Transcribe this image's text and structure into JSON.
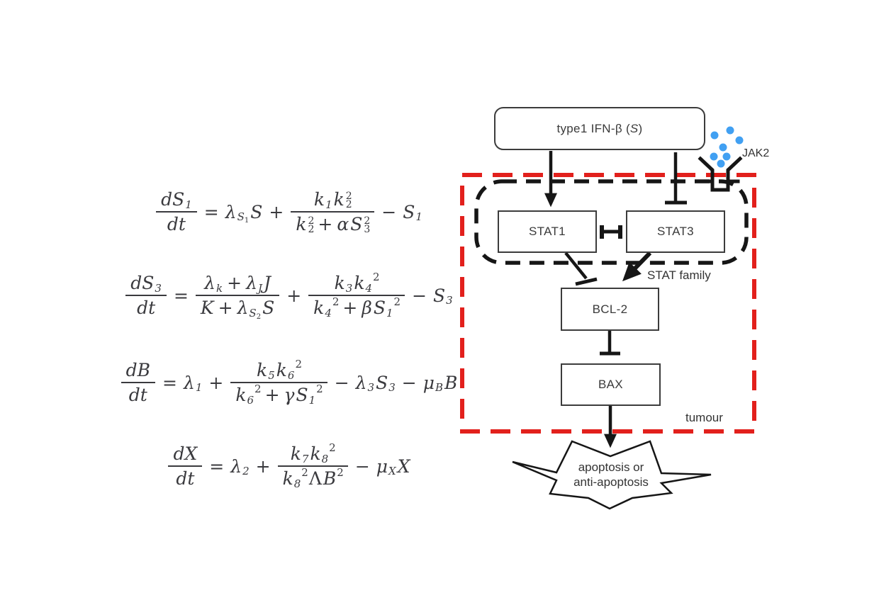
{
  "colors": {
    "red_boundary": "#e2201c",
    "ligand_blue": "#41a0f2",
    "line_black": "#161616",
    "equation_text": "#3a3a3e"
  },
  "pathway": {
    "nodes": {
      "ifn_pre": "type1 IFN-β (",
      "ifn_s": "S",
      "ifn_post": ")",
      "stat1": "STAT1",
      "stat3": "STAT3",
      "bcl2": "BCL-2",
      "bax": "BAX"
    },
    "labels": {
      "jak2": "JAK2",
      "stat_family": "STAT family",
      "tumour": "tumour",
      "outcome_line1": "apoptosis or",
      "outcome_line2": "anti-apoptosis"
    }
  },
  "equations": [
    {
      "name": "dS1/dt",
      "tokens": [
        {
          "t": "frac",
          "num": [
            {
              "t": "v",
              "x": "dS"
            },
            {
              "t": "sub",
              "x": "1"
            }
          ],
          "den": [
            {
              "t": "v",
              "x": "dt"
            }
          ]
        },
        {
          "t": "o",
          "x": "="
        },
        {
          "t": "v",
          "x": "λ"
        },
        {
          "t": "sub2",
          "x": "S",
          "y": "1"
        },
        {
          "t": "v",
          "x": "S"
        },
        {
          "t": "o",
          "x": "+"
        },
        {
          "t": "frac",
          "num": [
            {
              "t": "v",
              "x": "k"
            },
            {
              "t": "sub",
              "x": "1"
            },
            {
              "t": "v",
              "x": "k"
            },
            {
              "t": "ss",
              "sup": "2",
              "sub": "2"
            }
          ],
          "den": [
            {
              "t": "v",
              "x": "k"
            },
            {
              "t": "ss",
              "sup": "2",
              "sub": "2"
            },
            {
              "t": "o",
              "x": "+"
            },
            {
              "t": "v",
              "x": "α"
            },
            {
              "t": "v",
              "x": "S"
            },
            {
              "t": "ss",
              "sup": "2",
              "sub": "3"
            }
          ]
        },
        {
          "t": "o",
          "x": "−"
        },
        {
          "t": "v",
          "x": "S"
        },
        {
          "t": "sub",
          "x": "1"
        }
      ]
    },
    {
      "name": "dS3/dt",
      "tokens": [
        {
          "t": "frac",
          "num": [
            {
              "t": "v",
              "x": "dS"
            },
            {
              "t": "sub",
              "x": "3"
            }
          ],
          "den": [
            {
              "t": "v",
              "x": "dt"
            }
          ]
        },
        {
          "t": "o",
          "x": "="
        },
        {
          "t": "frac",
          "num": [
            {
              "t": "v",
              "x": "λ"
            },
            {
              "t": "sub",
              "x": "k"
            },
            {
              "t": "o",
              "x": "+"
            },
            {
              "t": "v",
              "x": "λ"
            },
            {
              "t": "sub",
              "x": "J"
            },
            {
              "t": "v",
              "x": "J"
            }
          ],
          "den": [
            {
              "t": "v",
              "x": "K"
            },
            {
              "t": "o",
              "x": "+"
            },
            {
              "t": "v",
              "x": "λ"
            },
            {
              "t": "sub2",
              "x": "S",
              "y": "2"
            },
            {
              "t": "v",
              "x": "S"
            }
          ]
        },
        {
          "t": "o",
          "x": "+"
        },
        {
          "t": "frac",
          "num": [
            {
              "t": "v",
              "x": "k"
            },
            {
              "t": "sub",
              "x": "3"
            },
            {
              "t": "v",
              "x": "k"
            },
            {
              "t": "sub",
              "x": "4"
            },
            {
              "t": "sup",
              "x": "2"
            }
          ],
          "den": [
            {
              "t": "v",
              "x": "k"
            },
            {
              "t": "sub",
              "x": "4"
            },
            {
              "t": "sup",
              "x": "2"
            },
            {
              "t": "o",
              "x": "+"
            },
            {
              "t": "v",
              "x": "β"
            },
            {
              "t": "v",
              "x": "S"
            },
            {
              "t": "sub",
              "x": "1"
            },
            {
              "t": "sup",
              "x": "2"
            }
          ]
        },
        {
          "t": "o",
          "x": "−"
        },
        {
          "t": "v",
          "x": "S"
        },
        {
          "t": "sub",
          "x": "3"
        }
      ]
    },
    {
      "name": "dB/dt",
      "tokens": [
        {
          "t": "frac",
          "num": [
            {
              "t": "v",
              "x": "dB"
            }
          ],
          "den": [
            {
              "t": "v",
              "x": "dt"
            }
          ]
        },
        {
          "t": "o",
          "x": "="
        },
        {
          "t": "v",
          "x": "λ"
        },
        {
          "t": "sub",
          "x": "1"
        },
        {
          "t": "o",
          "x": "+"
        },
        {
          "t": "frac",
          "num": [
            {
              "t": "v",
              "x": "k"
            },
            {
              "t": "sub",
              "x": "5"
            },
            {
              "t": "v",
              "x": "k"
            },
            {
              "t": "sub",
              "x": "6"
            },
            {
              "t": "sup",
              "x": "2"
            }
          ],
          "den": [
            {
              "t": "v",
              "x": "k"
            },
            {
              "t": "sub",
              "x": "6"
            },
            {
              "t": "sup",
              "x": "2"
            },
            {
              "t": "o",
              "x": "+"
            },
            {
              "t": "v",
              "x": "γ"
            },
            {
              "t": "v",
              "x": "S"
            },
            {
              "t": "sub",
              "x": "1"
            },
            {
              "t": "sup",
              "x": "2"
            }
          ]
        },
        {
          "t": "o",
          "x": "−"
        },
        {
          "t": "v",
          "x": "λ"
        },
        {
          "t": "sub",
          "x": "3"
        },
        {
          "t": "v",
          "x": "S"
        },
        {
          "t": "sub",
          "x": "3"
        },
        {
          "t": "o",
          "x": "−"
        },
        {
          "t": "v",
          "x": "μ"
        },
        {
          "t": "sub",
          "x": "B"
        },
        {
          "t": "v",
          "x": "B"
        }
      ]
    },
    {
      "name": "dX/dt",
      "tokens": [
        {
          "t": "frac",
          "num": [
            {
              "t": "v",
              "x": "dX"
            }
          ],
          "den": [
            {
              "t": "v",
              "x": "dt"
            }
          ]
        },
        {
          "t": "o",
          "x": "="
        },
        {
          "t": "v",
          "x": "λ"
        },
        {
          "t": "sub",
          "x": "2"
        },
        {
          "t": "o",
          "x": "+"
        },
        {
          "t": "frac",
          "num": [
            {
              "t": "v",
              "x": "k"
            },
            {
              "t": "sub",
              "x": "7"
            },
            {
              "t": "v",
              "x": "k"
            },
            {
              "t": "sub",
              "x": "8"
            },
            {
              "t": "sup",
              "x": "2"
            }
          ],
          "den": [
            {
              "t": "v",
              "x": "k"
            },
            {
              "t": "sub",
              "x": "8"
            },
            {
              "t": "sup",
              "x": "2"
            },
            {
              "t": "u",
              "x": "Λ"
            },
            {
              "t": "v",
              "x": "B"
            },
            {
              "t": "sup",
              "x": "2"
            }
          ]
        },
        {
          "t": "o",
          "x": "−"
        },
        {
          "t": "v",
          "x": "μ"
        },
        {
          "t": "sub",
          "x": "X"
        },
        {
          "t": "v",
          "x": "X"
        }
      ]
    }
  ]
}
